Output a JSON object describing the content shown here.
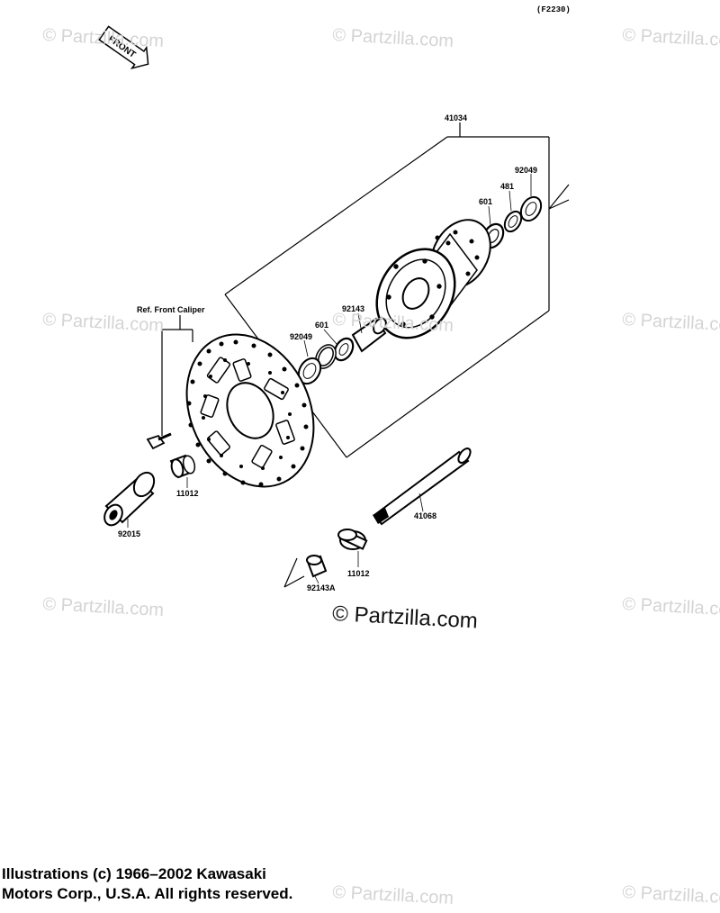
{
  "figure_code": "(F2230)",
  "front_marker": "FRONT",
  "watermark_text": "© Partzilla.com",
  "main_watermark": "© Partzilla.com",
  "parts": {
    "hub_assembly": "41034",
    "bearing_right": "601",
    "seal_481": "481",
    "seal_right": "92049",
    "distance_collar": "92143",
    "bearing_left": "601",
    "seal_left": "92049",
    "ref_caliper": "Ref. Front Caliper",
    "collar_left": "11012",
    "axle_nut_collar": "92015",
    "axle": "41068",
    "collar_right": "11012",
    "spacer": "92143A"
  },
  "footer": {
    "line1": "Illustrations (c) 1966–2002 Kawasaki",
    "line2": "Motors Corp., U.S.A.  All rights reserved."
  }
}
